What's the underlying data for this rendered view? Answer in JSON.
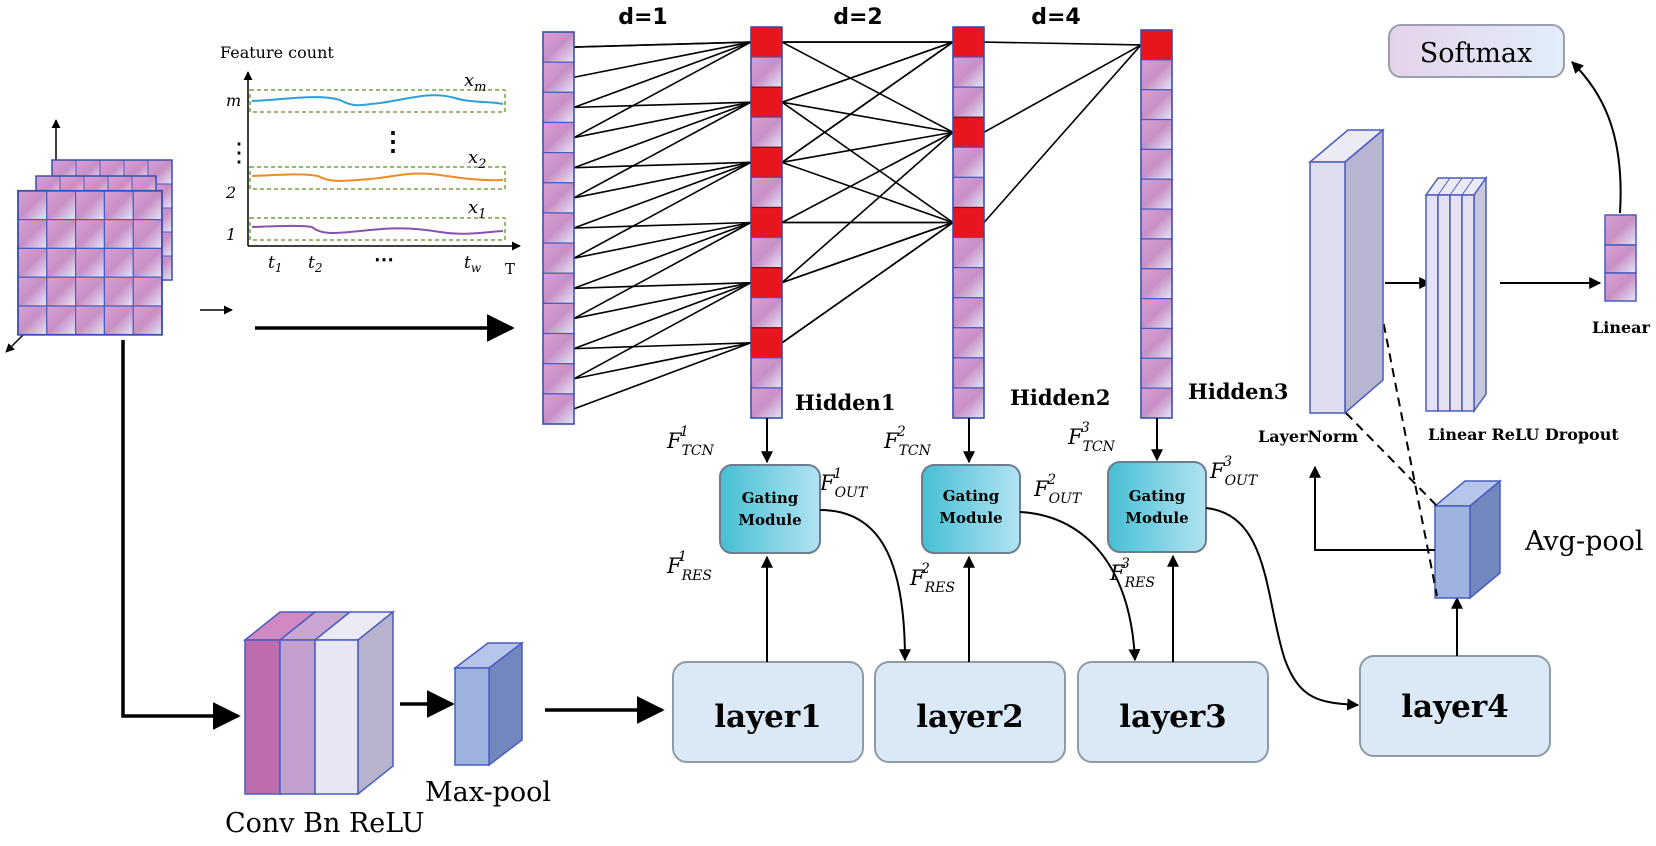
{
  "input_plot": {
    "y_axis_label": "Feature count",
    "y_ticks": [
      "m",
      "⋮",
      "2",
      "1"
    ],
    "series_labels": [
      "x",
      "x",
      "x"
    ],
    "series_subscripts": [
      "m",
      "2",
      "1"
    ],
    "x_ticks": [
      "t",
      "t",
      "⋯",
      "t"
    ],
    "x_subscripts": [
      "1",
      "2",
      "",
      "w"
    ],
    "x_axis_label": "T",
    "vertical_dots": "⋮"
  },
  "tcn": {
    "dilations": [
      "d=1",
      "d=2",
      "d=4"
    ],
    "hidden_labels": [
      "Hidden1",
      "Hidden2",
      "Hidden3"
    ],
    "input_cells": 13,
    "hidden_cells": 13
  },
  "features": {
    "base": "F",
    "tcn_sub": "TCN",
    "out_sub": "OUT",
    "res_sub": "RES",
    "levels": [
      "1",
      "2",
      "3"
    ]
  },
  "gating": {
    "line1": "Gating",
    "line2": "Module"
  },
  "layers": [
    "layer1",
    "layer2",
    "layer3",
    "layer4"
  ],
  "stem": {
    "conv_label": "Conv Bn ReLU",
    "maxpool_label": "Max-pool"
  },
  "head": {
    "layernorm_label": "LayerNorm",
    "linear_relu_dropout_label": "Linear ReLU Dropout",
    "linear_label": "Linear",
    "softmax_label": "Softmax",
    "avgpool_label": "Avg-pool"
  },
  "colors": {
    "cell_gradient_start": "#c77fc2",
    "cell_gradient_end": "#dfe4f5",
    "active_cell": "#e8141e",
    "gating_fill": "#5ec6d8",
    "layer_fill": "#dbe9f6",
    "softmax_fill": "#ecdff0",
    "head_block": "#dedcef",
    "block_edge": "#4a5cc0"
  }
}
